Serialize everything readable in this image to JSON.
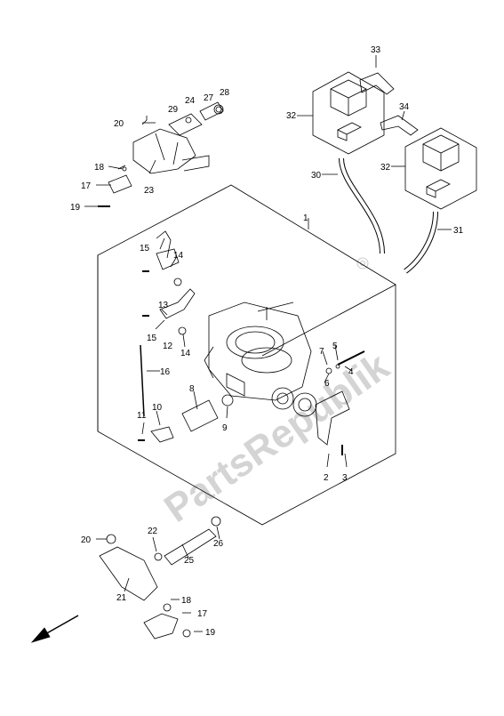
{
  "watermark": "PartsRepublik",
  "labels": {
    "n1": "1",
    "n2": "2",
    "n3": "3",
    "n4": "4",
    "n5": "5",
    "n6": "6",
    "n7": "7",
    "n8": "8",
    "n9": "9",
    "n10": "10",
    "n11": "11",
    "n12": "12",
    "n13": "13",
    "n14a": "14",
    "n14b": "14",
    "n15a": "15",
    "n15b": "15",
    "n16": "16",
    "n17a": "17",
    "n17b": "17",
    "n18a": "18",
    "n18b": "18",
    "n19a": "19",
    "n19b": "19",
    "n20a": "20",
    "n20b": "20",
    "n21": "21",
    "n22": "22",
    "n23": "23",
    "n24": "24",
    "n25": "25",
    "n26": "26",
    "n27": "27",
    "n28": "28",
    "n29": "29",
    "n30": "30",
    "n31": "31",
    "n32a": "32",
    "n32b": "32",
    "n33": "33",
    "n34": "34"
  },
  "colors": {
    "line": "#000000",
    "watermark": "#d4d4d4"
  },
  "icons": {
    "direction": "front-arrow-icon",
    "gear": "gear-icon"
  }
}
